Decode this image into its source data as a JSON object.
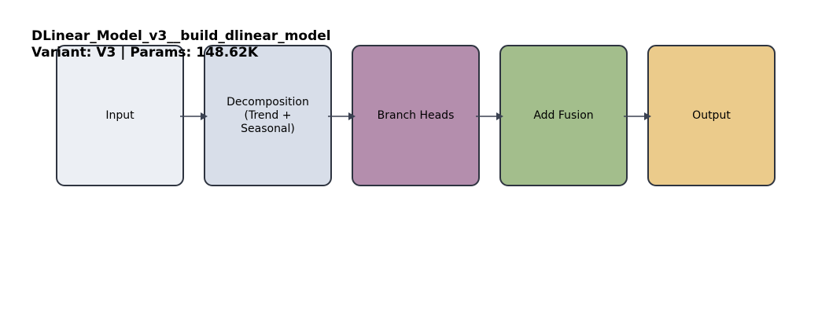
{
  "title": {
    "line1": "DLinear_Model_v3__build_dlinear_model",
    "line2": "Variant: V3 | Params: 148.62K"
  },
  "nodes": [
    {
      "label": "Input",
      "color": "#eceff4"
    },
    {
      "label": "Decomposition\n(Trend +\nSeasonal)",
      "color": "#d8dee9"
    },
    {
      "label": "Branch Heads",
      "color": "#b48ead"
    },
    {
      "label": "Add Fusion",
      "color": "#a3be8c"
    },
    {
      "label": "Output",
      "color": "#ebcb8b"
    }
  ],
  "colors": {
    "border": "#2e3440",
    "arrow": "#3b4252"
  }
}
